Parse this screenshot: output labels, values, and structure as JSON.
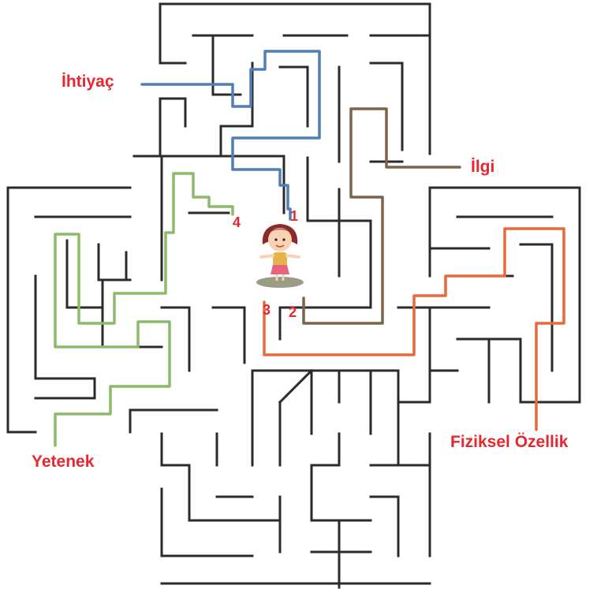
{
  "labels": {
    "ihtiyac": "İhtiyaç",
    "ilgi": "İlgi",
    "yetenek": "Yetenek",
    "fiziksel": "Fiziksel Özellik"
  },
  "numbers": [
    "1",
    "2",
    "3",
    "4"
  ],
  "colors": {
    "label": "#e8262d",
    "wall": "#2b2b2b",
    "ihtiyac_path": "#4f7fb8",
    "ilgi_path": "#7a6448",
    "yetenek_path": "#8dba6a",
    "fiziksel_path": "#e86a3c"
  },
  "center_icon": "girl-figure"
}
